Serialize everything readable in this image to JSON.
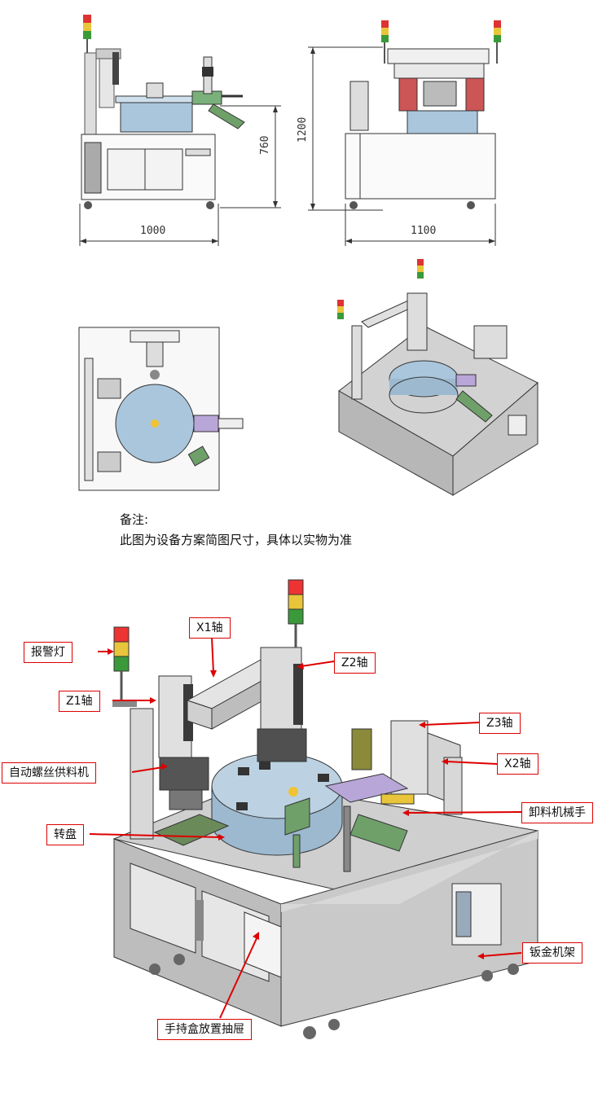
{
  "dimensions": {
    "front_width": "1000",
    "front_height": "760",
    "side_height": "1200",
    "side_width": "1100"
  },
  "note": {
    "title": "备注:",
    "body": "此图为设备方案简图尺寸，具体以实物为准"
  },
  "callouts": {
    "alarm_light": "报警灯",
    "x1_axis": "X1轴",
    "z2_axis": "Z2轴",
    "z1_axis": "Z1轴",
    "z3_axis": "Z3轴",
    "screw_feeder": "自动螺丝供料机",
    "x2_axis": "X2轴",
    "unload_robot": "卸料机械手",
    "turntable": "转盘",
    "sheet_metal_frame": "钣金机架",
    "handheld_drawer": "手持盒放置抽屉"
  },
  "colors": {
    "callout_border": "#dd0000",
    "arrow": "#dd0000",
    "turntable": "#a9c6dc",
    "frame": "#bdbdbd",
    "purple_part": "#b9a6d8",
    "green_part": "#6fa06a"
  }
}
